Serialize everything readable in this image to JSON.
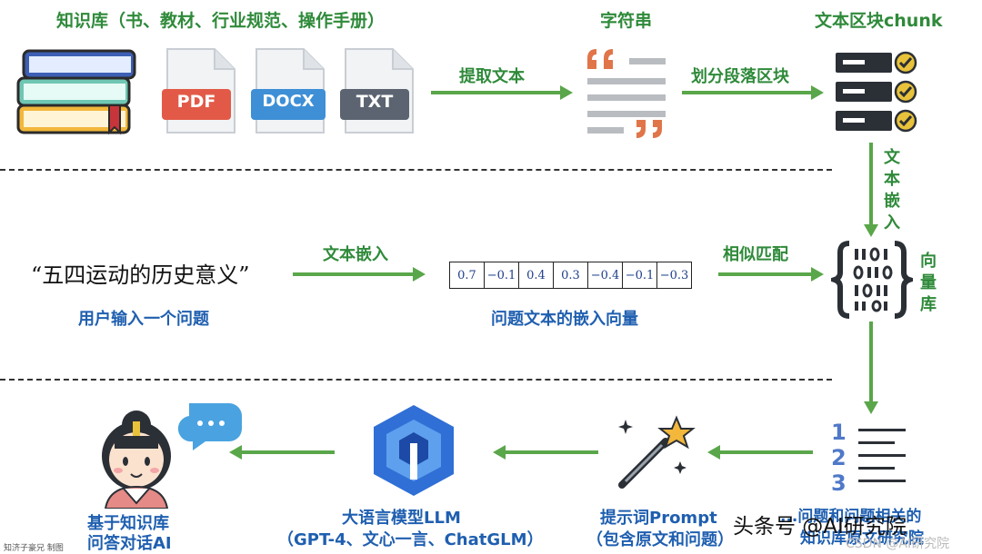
{
  "row1": {
    "kb_title": "知识库（书、教材、行业规范、操作手册）",
    "file_pdf": "PDF",
    "file_docx": "DOCX",
    "file_txt": "TXT",
    "arrow_extract": "提取文本",
    "string_title": "字符串",
    "arrow_split": "划分段落区块",
    "chunk_title": "文本区块chunk"
  },
  "side": {
    "embed_vertical": "文本嵌入",
    "vectordb_vertical": "向量库"
  },
  "row2": {
    "query_quote": "“五四运动的历史意义”",
    "query_caption": "用户输入一个问题",
    "arrow_embed": "文本嵌入",
    "vector_values": [
      "0.7",
      "−0.1",
      "0.4",
      "0.3",
      "−0.4",
      "−0.1",
      "−0.3"
    ],
    "vector_caption": "问题文本的嵌入向量",
    "arrow_match": "相似匹配"
  },
  "row3": {
    "ai_caption_line1": "基于知识库",
    "ai_caption_line2": "问答对话AI",
    "llm_line1": "大语言模型LLM",
    "llm_line2": "（GPT-4、文心一言、ChatGLM）",
    "prompt_line1": "提示词Prompt",
    "prompt_line2": "（包含原文和问题）",
    "list_numbers": [
      "1",
      "2",
      "3"
    ],
    "list_caption_line1": "...问题和问题相关的",
    "list_caption_line2": "知识库原文研究院"
  },
  "overlay": {
    "watermark": "头条号 @AI研究院",
    "csdn": "CSDN @AI研究院",
    "credit": "知济子豪兄 制图"
  },
  "colors": {
    "arrow_green": "#5aa64a",
    "label_green": "#2f8a3a",
    "label_blue": "#1f5fb0",
    "pdf_red": "#e25a47",
    "docx_blue": "#3e8fd6",
    "txt_gray": "#5b6470",
    "quote_orange": "#e0754a"
  }
}
